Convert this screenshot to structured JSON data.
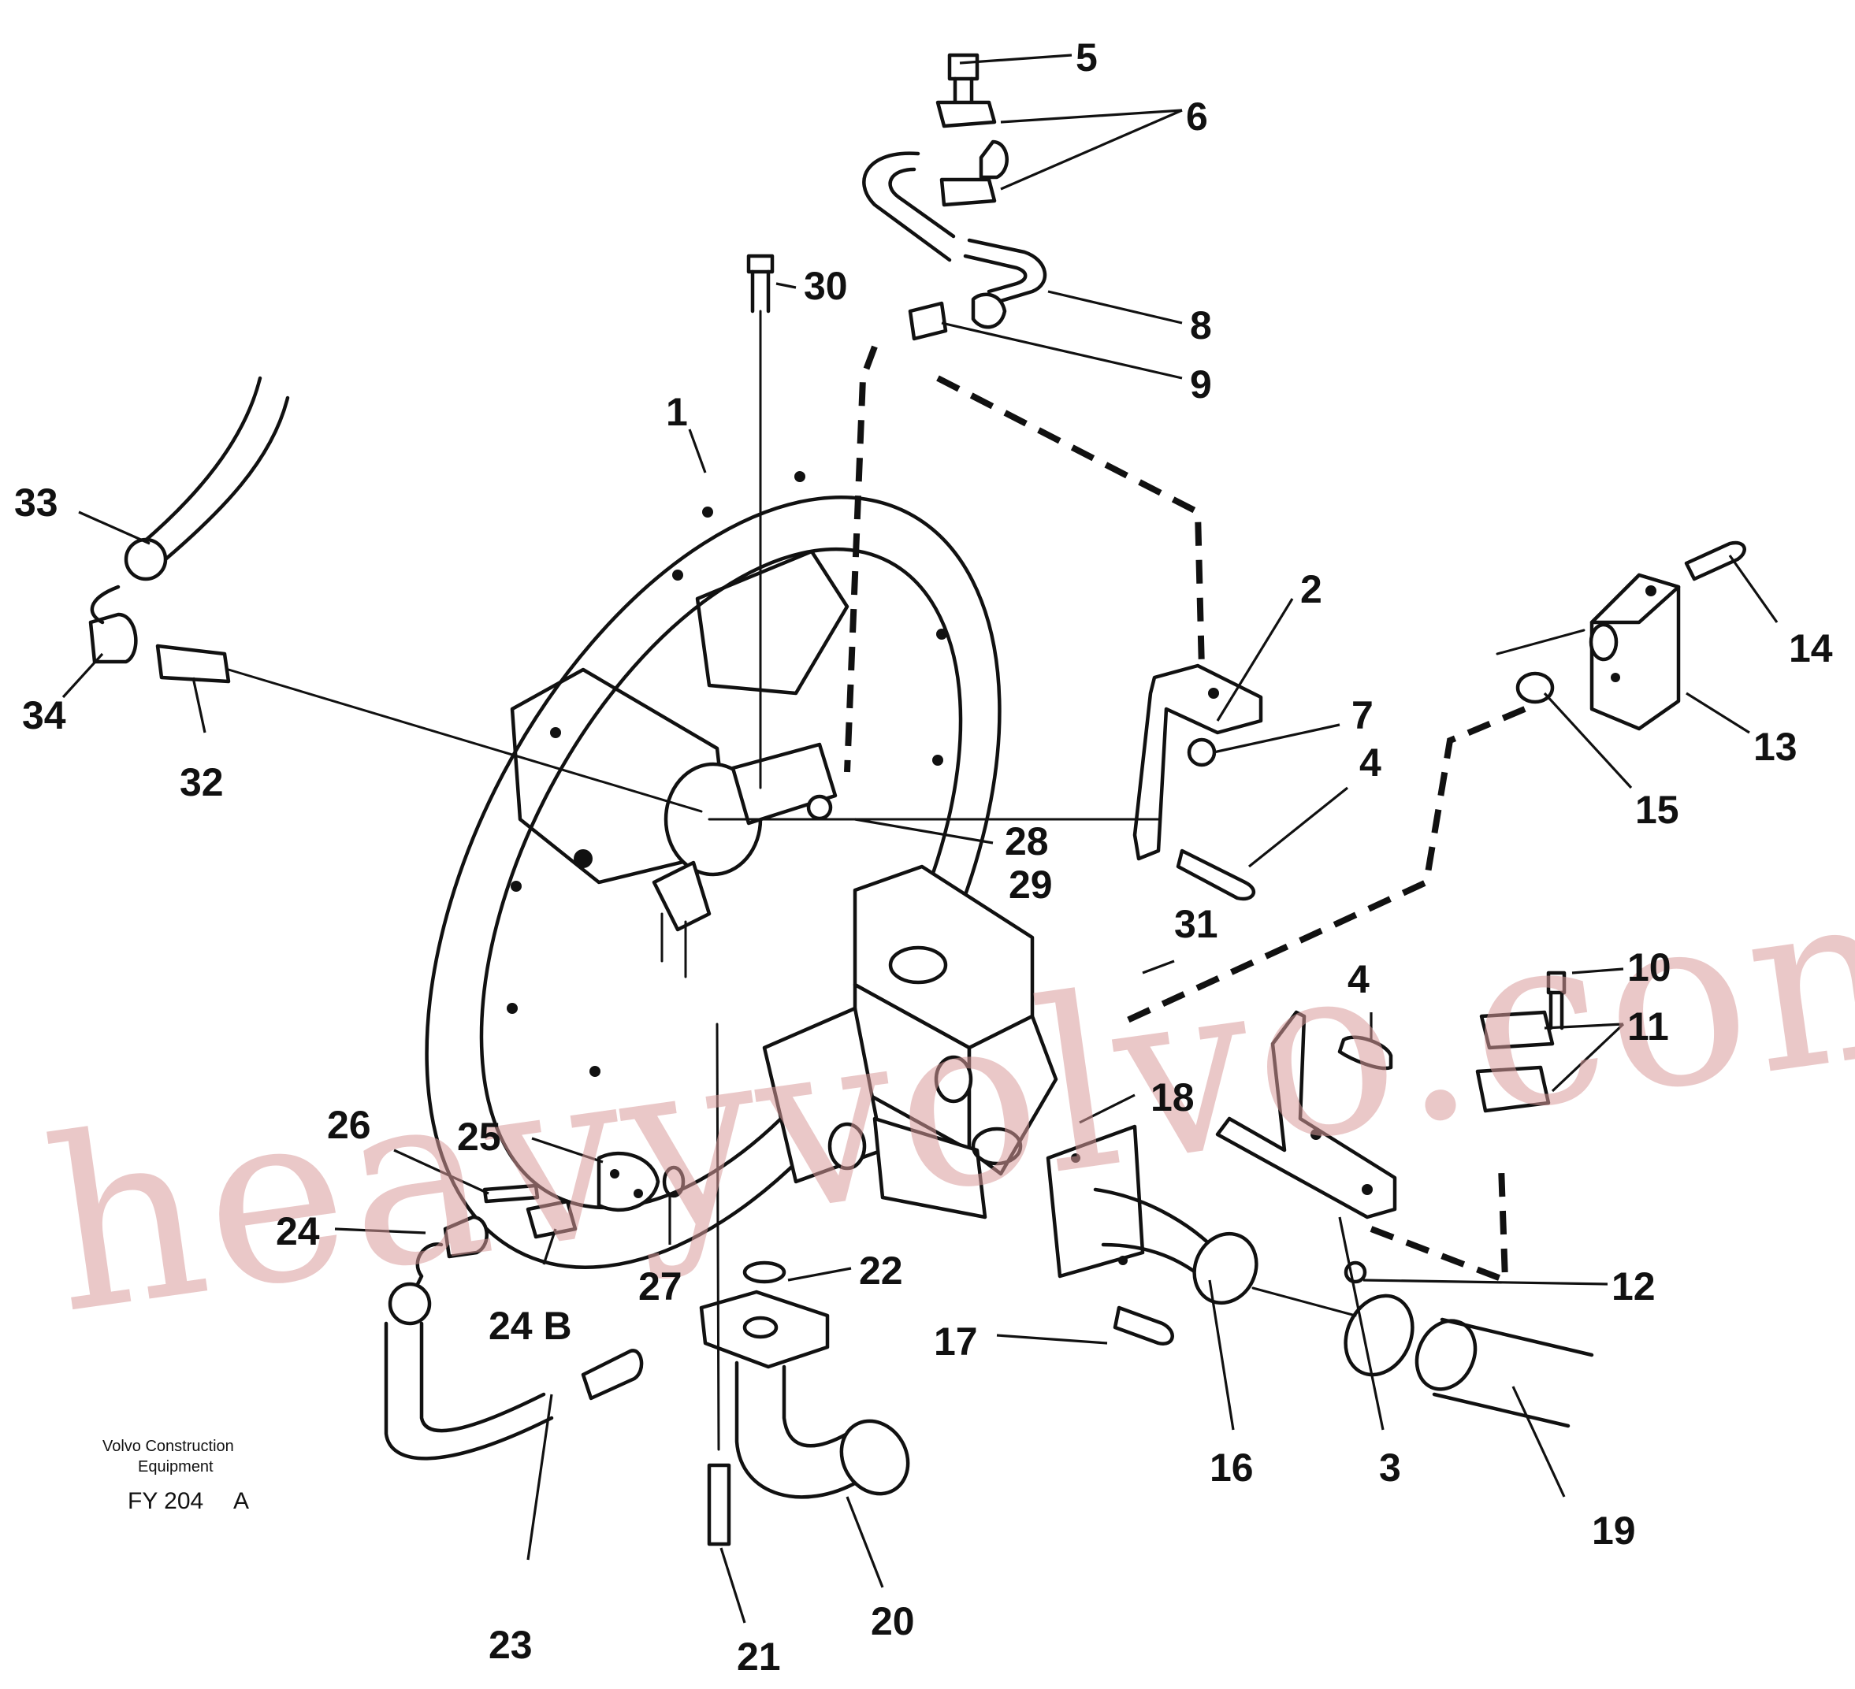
{
  "watermark": "heavyvolvo.com",
  "caption": {
    "line1": "Volvo Construction",
    "line2": "Equipment",
    "code": "FY 204",
    "rev": "A"
  },
  "callouts": {
    "c1": "1",
    "c2": "2",
    "c3": "3",
    "c4a": "4",
    "c4b": "4",
    "c5": "5",
    "c6": "6",
    "c7": "7",
    "c8": "8",
    "c9": "9",
    "c10": "10",
    "c11": "11",
    "c12": "12",
    "c13": "13",
    "c14": "14",
    "c15": "15",
    "c16": "16",
    "c17": "17",
    "c18": "18",
    "c19": "19",
    "c20": "20",
    "c21": "21",
    "c22": "22",
    "c23": "23",
    "c24": "24",
    "c24b": "24 B",
    "c25": "25",
    "c26": "26",
    "c27": "27",
    "c28": "28",
    "c29": "29",
    "c30": "30",
    "c31": "31",
    "c32": "32",
    "c33": "33",
    "c34": "34"
  }
}
